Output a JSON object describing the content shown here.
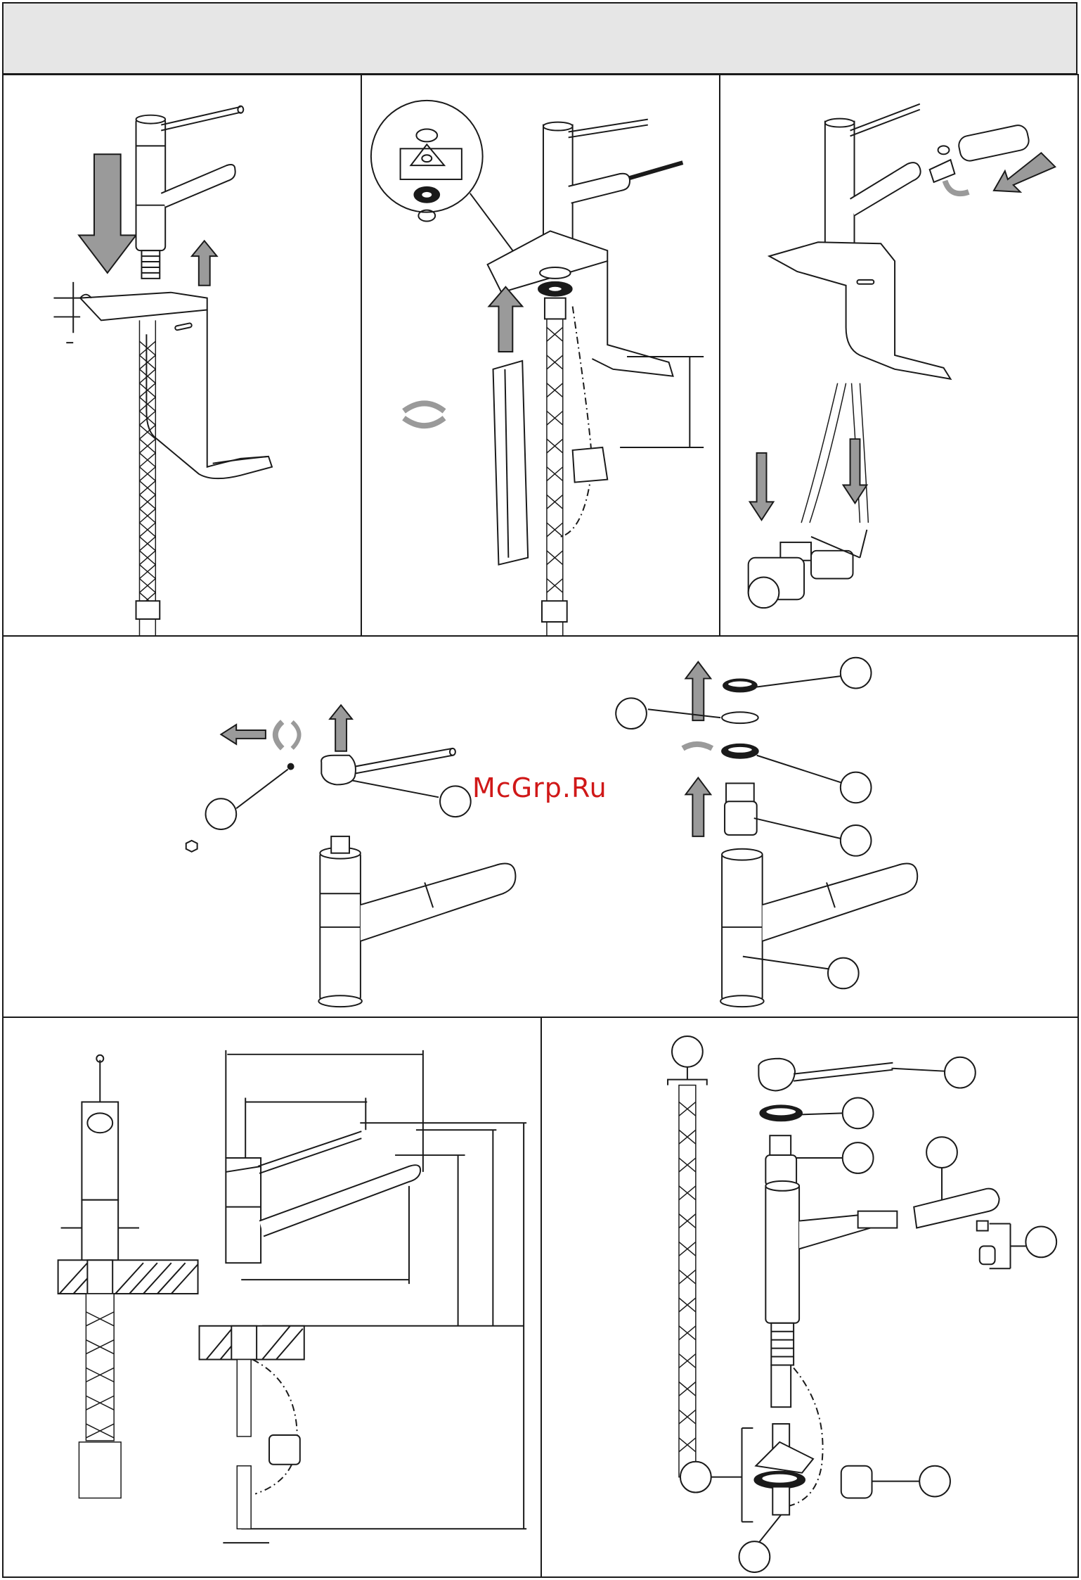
{
  "document": {
    "header_text": "",
    "watermark": "McGrp.Ru",
    "colors": {
      "line": "#1a1a1a",
      "header_fill": "#e6e6e6",
      "arrow_fill": "#9a9a9a",
      "watermark": "#d01818"
    },
    "panels": [
      {
        "id": "install-step-1",
        "label": ""
      },
      {
        "id": "install-step-2",
        "label": ""
      },
      {
        "id": "install-step-3",
        "label": ""
      },
      {
        "id": "cartridge-disassembly",
        "label": ""
      },
      {
        "id": "dimension-drawing",
        "label": ""
      },
      {
        "id": "exploded-parts-view",
        "label": ""
      }
    ]
  }
}
